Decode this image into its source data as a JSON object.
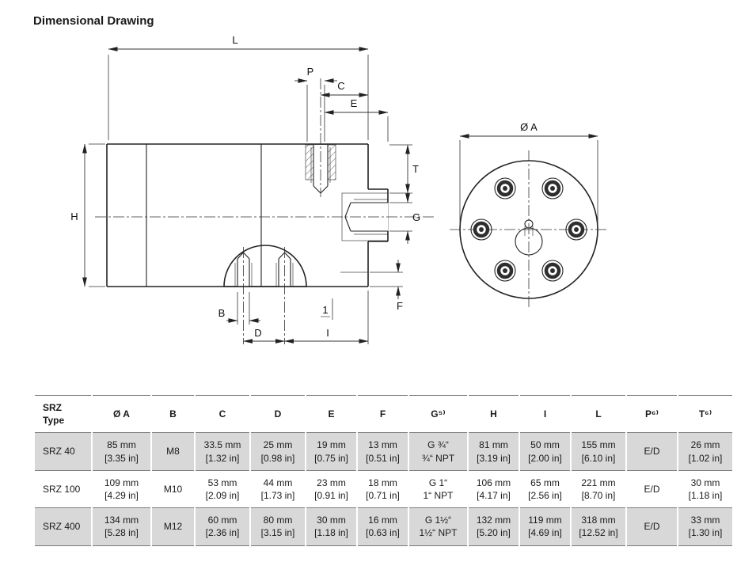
{
  "page": {
    "title": "Dimensional Drawing"
  },
  "drawing": {
    "labels": {
      "L": "L",
      "P": "P",
      "C": "C",
      "E": "E",
      "H": "H",
      "T": "T",
      "G": "G",
      "F": "F",
      "B": "B",
      "D": "D",
      "I": "I",
      "callout1": "1",
      "dia_a": "Ø A"
    }
  },
  "table": {
    "col_headers": [
      "SRZ\nType",
      "Ø A",
      "B",
      "C",
      "D",
      "E",
      "F",
      "G⁵⁾",
      "H",
      "I",
      "L",
      "P⁶⁾",
      "T⁶⁾"
    ],
    "rows": [
      {
        "type": "SRZ 40",
        "dia_a": "85 mm\n[3.35 in]",
        "b": "M8",
        "c": "33.5 mm\n[1.32 in]",
        "d": "25 mm\n[0.98 in]",
        "e": "19 mm\n[0.75 in]",
        "f": "13 mm\n[0.51 in]",
        "g": "G ¾“\n¾“ NPT",
        "h": "81 mm\n[3.19 in]",
        "i": "50 mm\n[2.00 in]",
        "l": "155 mm\n[6.10 in]",
        "p": "E/D",
        "t": "26 mm\n[1.02 in]"
      },
      {
        "type": "SRZ 100",
        "dia_a": "109 mm\n[4.29 in]",
        "b": "M10",
        "c": "53 mm\n[2.09 in]",
        "d": "44 mm\n[1.73 in]",
        "e": "23 mm\n[0.91 in]",
        "f": "18 mm\n[0.71 in]",
        "g": "G 1“\n1“ NPT",
        "h": "106 mm\n[4.17 in]",
        "i": "65 mm\n[2.56 in]",
        "l": "221 mm\n[8.70 in]",
        "p": "E/D",
        "t": "30 mm\n[1.18 in]"
      },
      {
        "type": "SRZ 400",
        "dia_a": "134 mm\n[5.28 in]",
        "b": "M12",
        "c": "60 mm\n[2.36 in]",
        "d": "80 mm\n[3.15 in]",
        "e": "30 mm\n[1.18 in]",
        "f": "16 mm\n[0.63 in]",
        "g": "G 1½“\n1½“ NPT",
        "h": "132 mm\n[5.20 in]",
        "i": "119 mm\n[4.69 in]",
        "l": "318 mm\n[12.52 in]",
        "p": "E/D",
        "t": "33 mm\n[1.30 in]"
      }
    ]
  }
}
